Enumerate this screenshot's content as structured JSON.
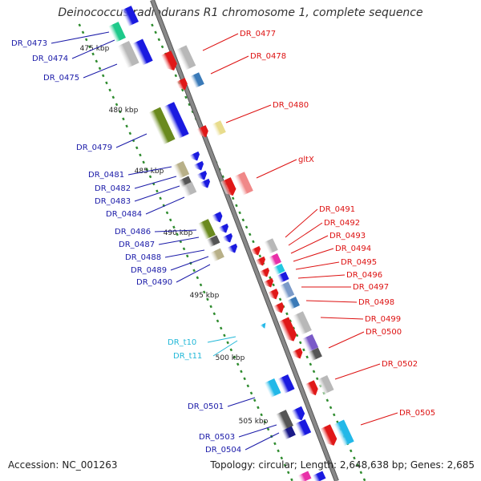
{
  "title": "Deinococcus radiodurans R1 chromosome 1, complete sequence",
  "footer": {
    "accession_label": "Accession:",
    "accession": "NC_001263",
    "topology_text": "Topology: circular; Length: 2,648,638 bp; Genes: 2,685"
  },
  "colors": {
    "backbone": "#888888",
    "scale_dots": "#2e8b2e",
    "left_label": "#1a1aa8",
    "right_label": "#dd1111",
    "trna_label": "#22b8d8"
  },
  "ticks": [
    "475 kbp",
    "480 kbp",
    "485 kbp",
    "490 kbp",
    "495 kbp",
    "500 kbp",
    "505 kbp"
  ],
  "left_labels": [
    "DR_0473",
    "DR_0474",
    "DR_0475",
    "DR_0479",
    "DR_0481",
    "DR_0482",
    "DR_0483",
    "DR_0484",
    "DR_0486",
    "DR_0487",
    "DR_0488",
    "DR_0489",
    "DR_0490",
    "DR_t10",
    "DR_t11",
    "DR_0501",
    "DR_0503",
    "DR_0504"
  ],
  "right_labels": [
    "DR_0477",
    "DR_0478",
    "DR_0480",
    "gltX",
    "DR_0491",
    "DR_0492",
    "DR_0493",
    "DR_0494",
    "DR_0495",
    "DR_0496",
    "DR_0497",
    "DR_0498",
    "DR_0499",
    "DR_0500",
    "DR_0502",
    "DR_0505"
  ]
}
